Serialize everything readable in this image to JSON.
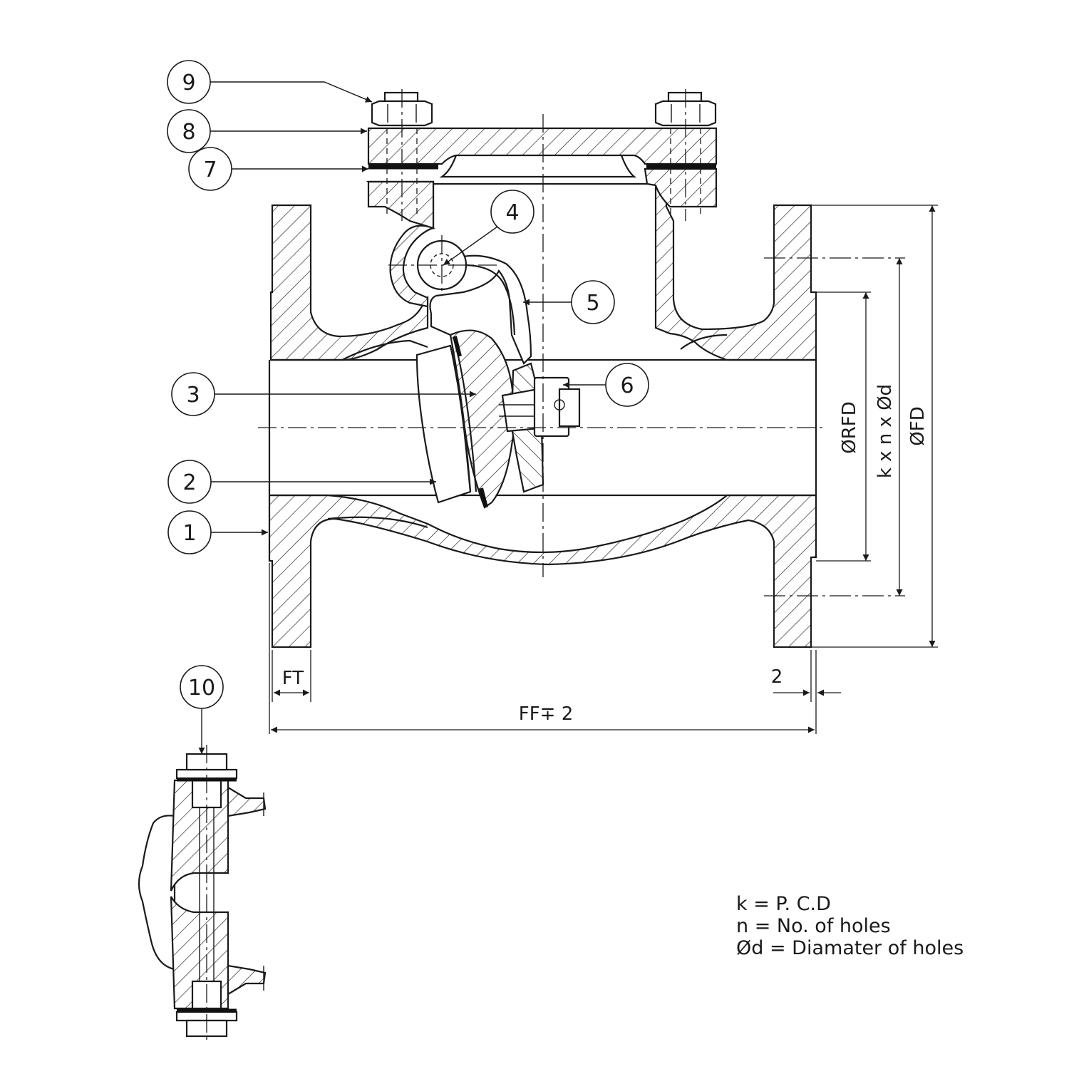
{
  "parts": [
    {
      "number": "1"
    },
    {
      "number": "2"
    },
    {
      "number": "3"
    },
    {
      "number": "4"
    },
    {
      "number": "5"
    },
    {
      "number": "6"
    },
    {
      "number": "7"
    },
    {
      "number": "8"
    },
    {
      "number": "9"
    },
    {
      "number": "10"
    }
  ],
  "dimensions": {
    "flange_thickness": "FT",
    "face_to_face": "FF∓ 2",
    "raised_face_height": "2",
    "raised_face_diameter": "ØRFD",
    "bolt_circle": "k x n x Ød",
    "flange_diameter": "ØFD"
  },
  "legend": [
    "k = P. C.D",
    "n = No. of holes",
    "Ød = Diamater of holes"
  ]
}
